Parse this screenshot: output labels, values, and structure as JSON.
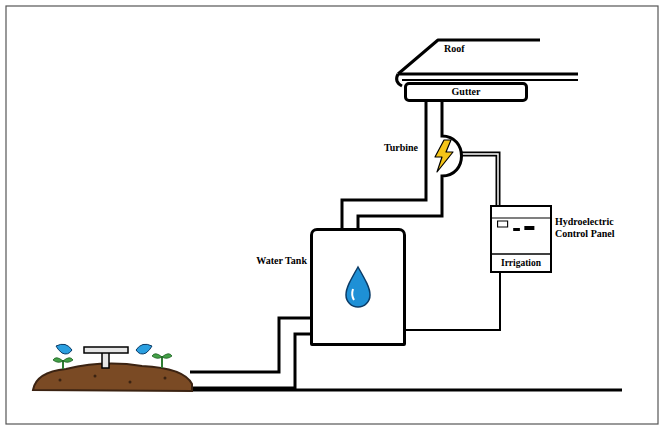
{
  "diagram": {
    "nodes": [
      {
        "text": [
          "Gutter"
        ]
      },
      {
        "text": [
          "Turbine"
        ]
      },
      {
        "text": [
          "Hydroelectric Control Panel",
          "Irrigation"
        ]
      },
      {
        "text": [
          "Water Tank"
        ]
      }
    ],
    "edges": [
      {
        "from": 0,
        "to": 1,
        "arrow": "none"
      },
      {
        "from": 1,
        "to": 3,
        "arrow": "none"
      },
      {
        "from": 1,
        "to": 2,
        "arrow": "none"
      },
      {
        "from": 2,
        "to": 3,
        "arrow": "none"
      }
    ],
    "labels": [
      "Roof"
    ]
  }
}
